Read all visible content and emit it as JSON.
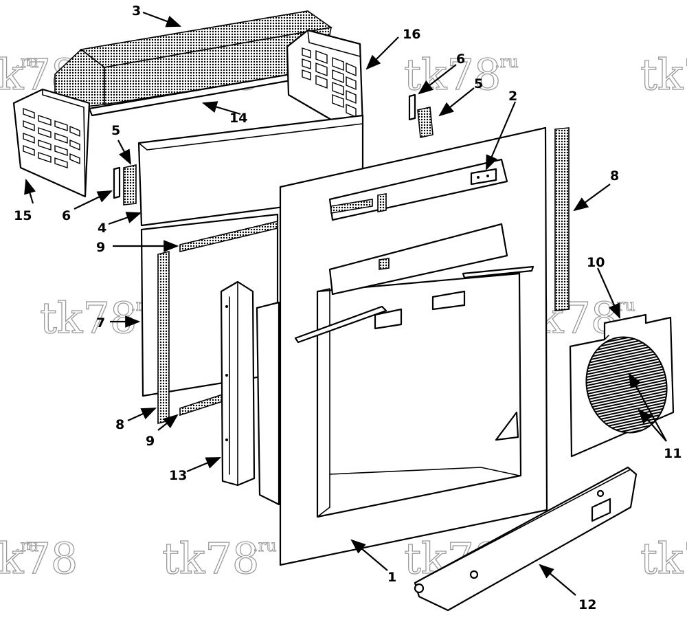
{
  "watermark": {
    "main": "tk78",
    "suffix": ".ru"
  },
  "callouts": {
    "c1": "1",
    "c2": "2",
    "c3": "3",
    "c4": "4",
    "c5a": "5",
    "c5b": "5",
    "c6a": "6",
    "c6b": "6",
    "c7": "7",
    "c8a": "8",
    "c8b": "8",
    "c9a": "9",
    "c9b": "9",
    "c10": "10",
    "c11": "11",
    "c12": "12",
    "c13": "13",
    "c14": "14",
    "c15": "15",
    "c16": "16"
  },
  "colors": {
    "line": "#000000",
    "background": "#ffffff",
    "watermark": "#9a9a9a"
  }
}
